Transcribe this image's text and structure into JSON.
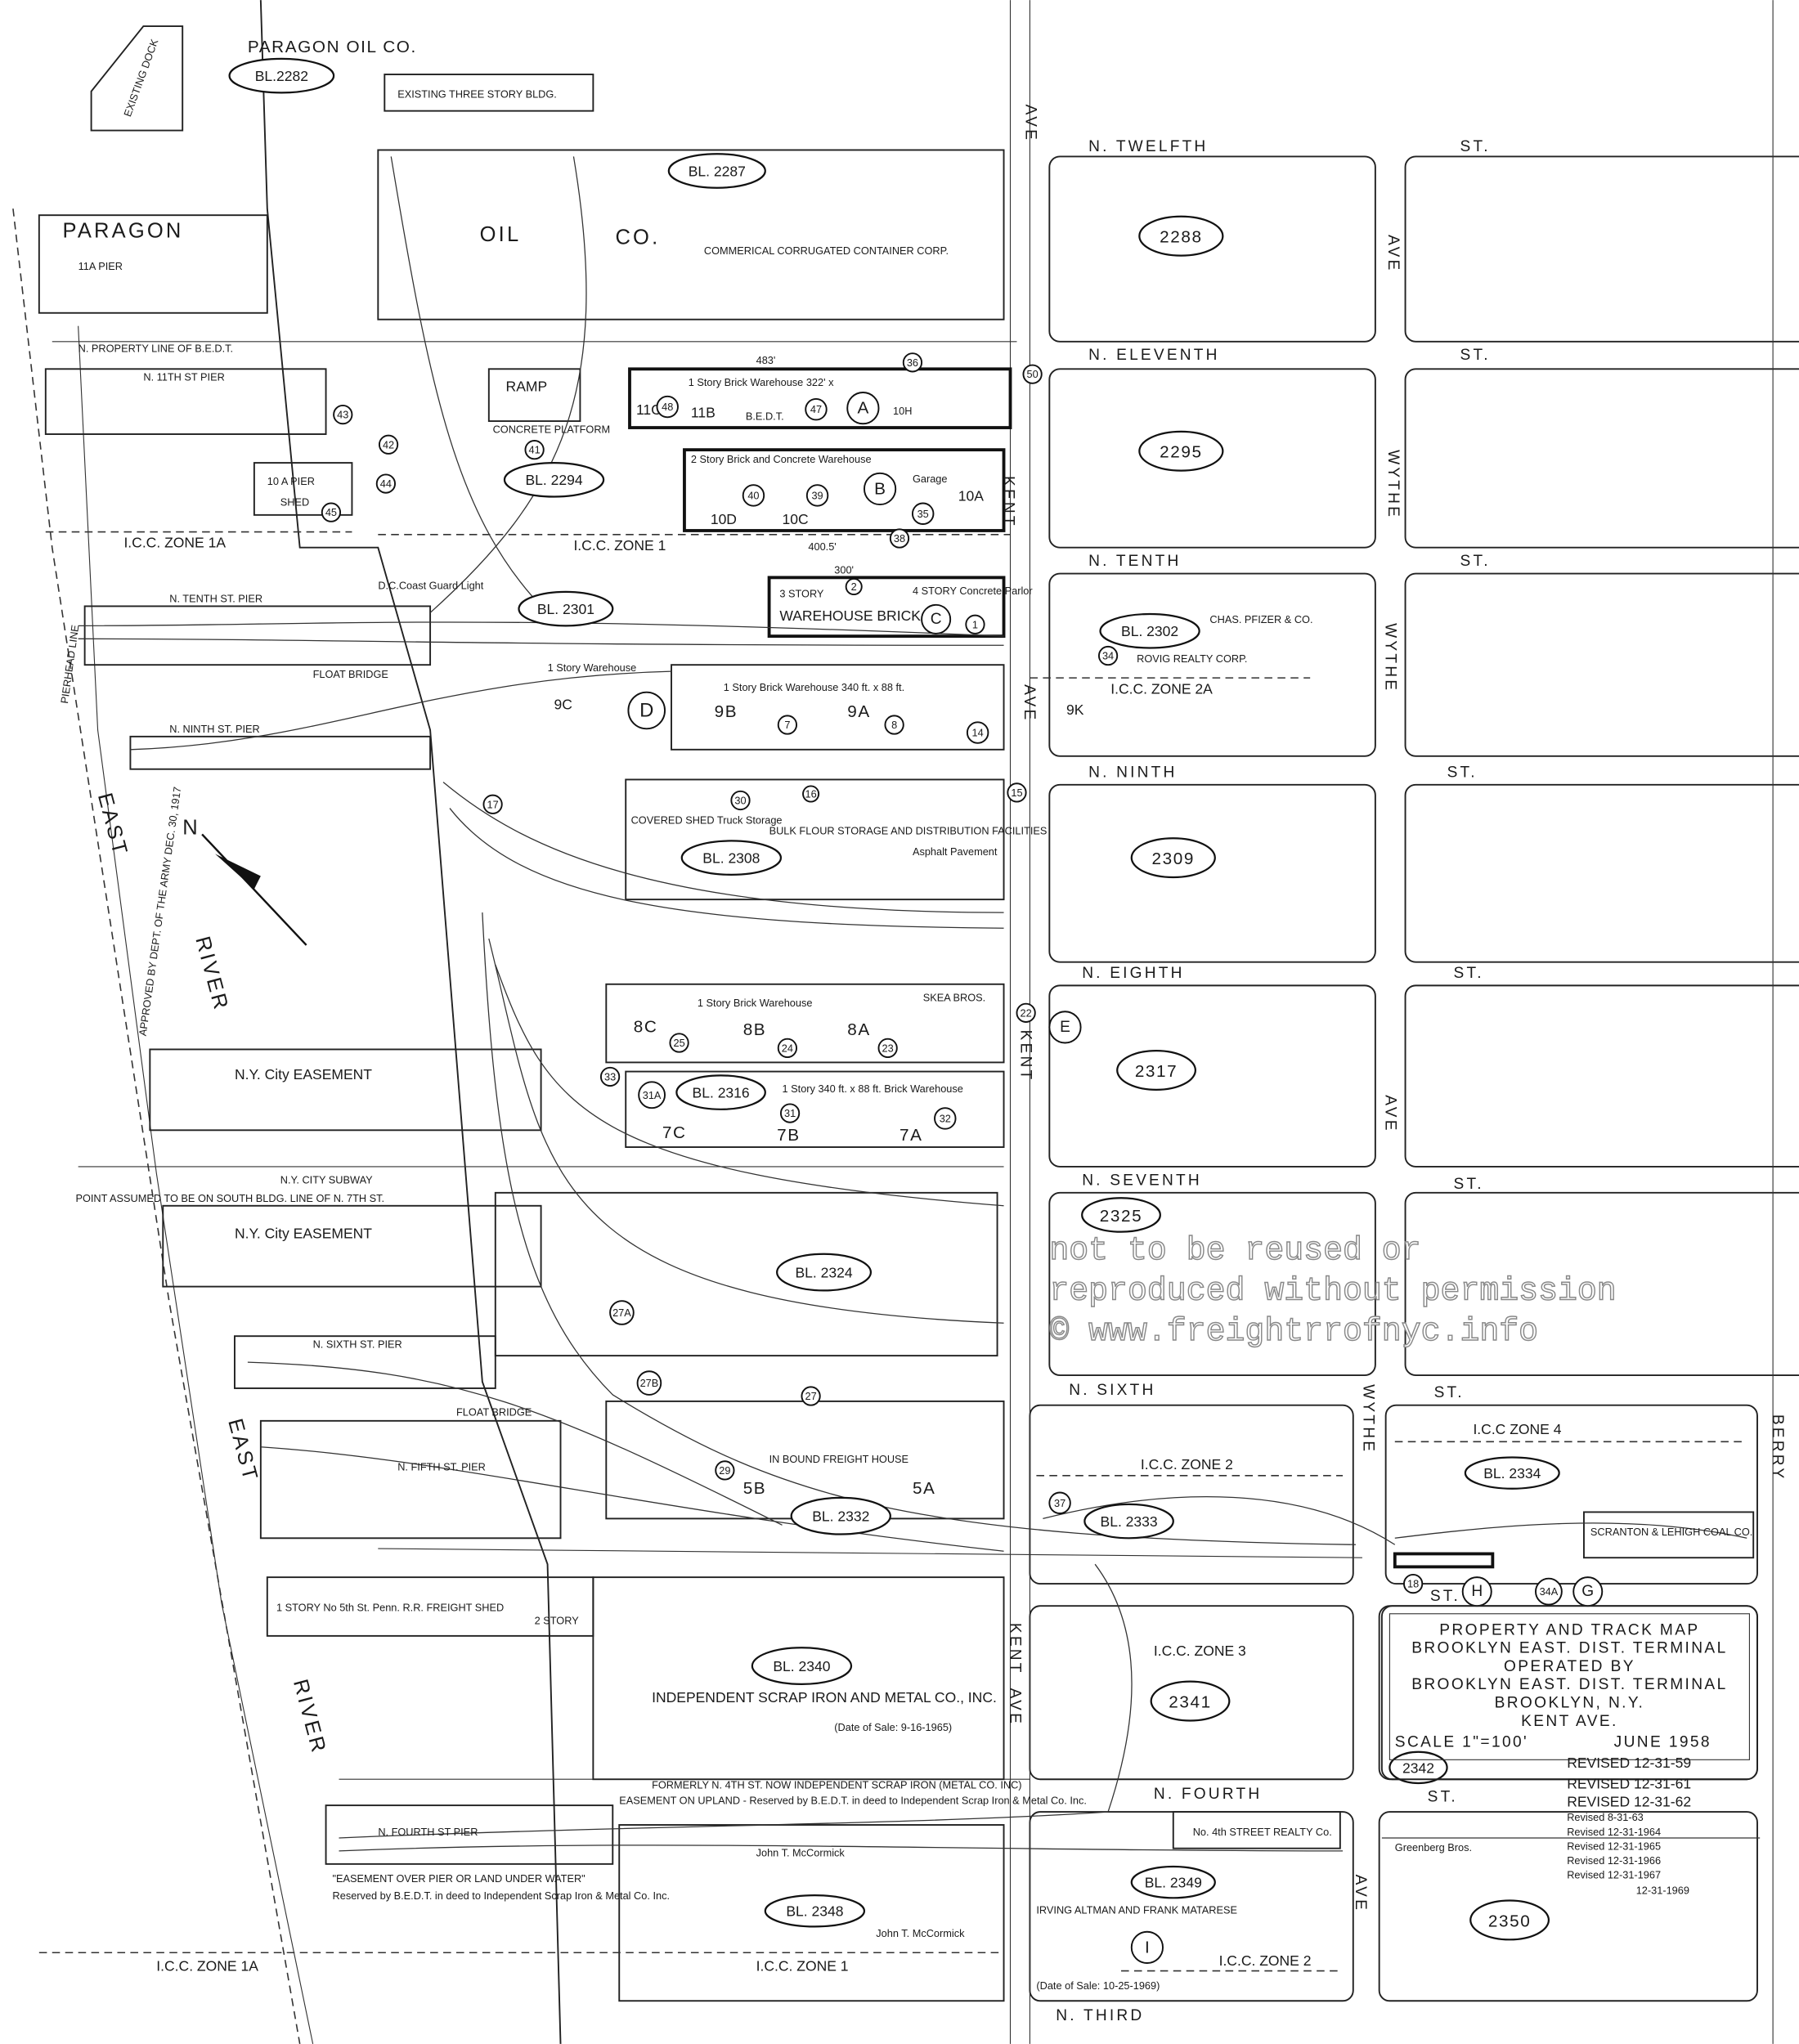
{
  "streets": {
    "twelfth": "N. TWELFTH",
    "eleventh": "N. ELEVENTH",
    "tenth": "N. TENTH",
    "ninth": "N. NINTH",
    "eighth": "N. EIGHTH",
    "seventh": "N. SEVENTH",
    "sixth": "N. SIXTH",
    "fourth": "N. FOURTH",
    "third": "N. THIRD",
    "st": "ST.",
    "ave": "AVE.",
    "ave_short": "AVE",
    "kent": "KENT",
    "wythe": "WYTHE",
    "berry": "BERRY"
  },
  "blocks": {
    "b2282": "BL.2282",
    "b2287": "BL. 2287",
    "b2288": "2288",
    "b2295": "2295",
    "b2294": "BL. 2294",
    "b2301": "BL. 2301",
    "b2302": "BL. 2302",
    "b2309": "2309",
    "b2308": "BL. 2308",
    "b2317": "2317",
    "b2316": "BL. 2316",
    "b2325": "2325",
    "b2324": "BL. 2324",
    "b2332": "BL. 2332",
    "b2333": "BL. 2333",
    "b2334": "BL. 2334",
    "b2340": "BL. 2340",
    "b2341": "2341",
    "b2342": "2342",
    "b2348": "BL. 2348",
    "b2349": "BL. 2349",
    "b2350": "2350"
  },
  "labels": {
    "paragon_oil": "PARAGON OIL CO.",
    "three_story": "EXISTING THREE STORY BLDG.",
    "existing_dock": "EXISTING DOCK",
    "paragon": "PARAGON",
    "oil": "OIL",
    "co": "CO.",
    "container_corp": "COMMERICAL CORRUGATED CONTAINER CORP.",
    "pier_11a": "11A PIER",
    "property_line": "N. PROPERTY LINE OF B.E.D.T.",
    "pier_11": "N. 11TH ST PIER",
    "pier_10a": "10 A PIER",
    "shed": "SHED",
    "ramp": "RAMP",
    "concrete": "CONCRETE PLATFORM",
    "icc_1a": "I.C.C. ZONE 1A",
    "icc_1": "I.C.C. ZONE 1",
    "icc_2a": "I.C.C. ZONE 2A",
    "icc_2": "I.C.C. ZONE 2",
    "icc_3": "I.C.C. ZONE 3",
    "icc_4": "I.C.C ZONE 4",
    "dim_400": "400.5'",
    "dim_483": "483'",
    "dim_300": "300'",
    "pier_10": "N. TENTH ST. PIER",
    "pier_9": "N. NINTH ST. PIER",
    "coast_guard": "D.C.Coast Guard Light",
    "three_story_c": "3 STORY",
    "warehouse_brick": "WAREHOUSE BRICK",
    "four_story": "4 STORY Concrete Parlor",
    "brick_1story": "1 Story Brick Warehouse 322' x",
    "bedt": "B.E.D.T.",
    "two_story_brick": "2 Story Brick and Concrete Warehouse",
    "garage": "Garage",
    "warehouse_9": "1 Story Brick Warehouse 340 ft. x 88 ft.",
    "warehouse_9c": "1 Story Warehouse",
    "rovig": "ROVIG REALTY CORP.",
    "chas_pfizer": "CHAS. PFIZER & CO.",
    "bulk_flour": "BULK FLOUR STORAGE AND DISTRIBUTION FACILITIES",
    "covered_shed": "COVERED SHED Truck Storage",
    "asphalt": "Asphalt Pavement",
    "skea": "SKEA BROS.",
    "warehouse_8": "1 Story Brick Warehouse",
    "warehouse_7": "1 Story 340 ft. x 88 ft. Brick Warehouse",
    "easement": "N.Y. City EASEMENT",
    "subway": "N.Y. CITY SUBWAY",
    "point_assumed": "POINT ASSUMED TO BE ON SOUTH BLDG. LINE OF N. 7TH ST.",
    "east": "EAST",
    "river": "RIVER",
    "army": "APPROVED BY DEPT. OF THE ARMY DEC. 30, 1917",
    "pierhead": "PIERHEAD LINE",
    "pier_6": "N. SIXTH ST. PIER",
    "pier_5": "N. FIFTH ST. PIER",
    "pier_4": "N. FOURTH ST PIER",
    "float_bridge": "FLOAT BRIDGE",
    "freight_house": "IN BOUND FREIGHT HOUSE",
    "scranton": "SCRANTON & LEHIGH COAL CO.",
    "independent": "INDEPENDENT SCRAP IRON AND METAL CO., INC.",
    "sale_1965": "(Date of Sale: 9-16-1965)",
    "formerly": "FORMERLY N. 4TH ST. NOW INDEPENDENT SCRAP IRON (METAL CO. INC)",
    "easement_upland": "EASEMENT ON UPLAND - Reserved by B.E.D.T. in deed to Independent Scrap Iron & Metal Co. Inc.",
    "easement_pier": "\"EASEMENT OVER PIER OR LAND UNDER WATER\"",
    "reserved": "Reserved by B.E.D.T. in deed to Independent Scrap Iron & Metal Co. Inc.",
    "mccormick": "John T. McCormick",
    "altman": "IRVING ALTMAN AND FRANK MATARESE",
    "sale_1969": "(Date of Sale: 10-25-1969)",
    "fourth_realty": "No. 4th STREET REALTY Co.",
    "greenberg": "Greenberg Bros.",
    "one_story_shed": "1 STORY No 5th St. Penn. R.R. FREIGHT SHED",
    "two_story": "2 STORY",
    "north": "N"
  },
  "units": [
    "11C",
    "11B",
    "10H",
    "10D",
    "10C",
    "10A",
    "9C",
    "9B",
    "9A",
    "9K",
    "8C",
    "8B",
    "8A",
    "7C",
    "7B",
    "7A",
    "5B",
    "5A"
  ],
  "markers": [
    "48",
    "47",
    "A",
    "36",
    "50",
    "40",
    "39",
    "35",
    "38",
    "B",
    "41",
    "42",
    "43",
    "44",
    "45",
    "1",
    "2",
    "C",
    "7",
    "8",
    "14",
    "D",
    "34",
    "15",
    "16",
    "30",
    "17",
    "22",
    "23",
    "24",
    "25",
    "E",
    "31A",
    "31",
    "32",
    "33",
    "27A",
    "27B",
    "27",
    "29",
    "37",
    "18",
    "H",
    "34A",
    "G",
    "I"
  ],
  "title_block": {
    "line1": "PROPERTY AND TRACK MAP",
    "line2": "BROOKLYN EAST. DIST. TERMINAL",
    "line3": "OPERATED BY",
    "line4": "BROOKLYN EAST. DIST. TERMINAL",
    "line5": "BROOKLYN, N.Y.",
    "line6": "KENT AVE.",
    "scale": "SCALE 1\"=100'",
    "date": "JUNE 1958",
    "revisions": [
      "REVISED 12-31-59",
      "REVISED 12-31-61",
      "REVISED 12-31-62",
      "Revised 8-31-63",
      "Revised 12-31-1964",
      "Revised 12-31-1965",
      "Revised 12-31-1966",
      "Revised 12-31-1967",
      "12-31-1969"
    ]
  },
  "watermark": {
    "line1": "not to be reused or",
    "line2": "reproduced without permission",
    "line3": "© www.freightrrofnyc.info"
  }
}
